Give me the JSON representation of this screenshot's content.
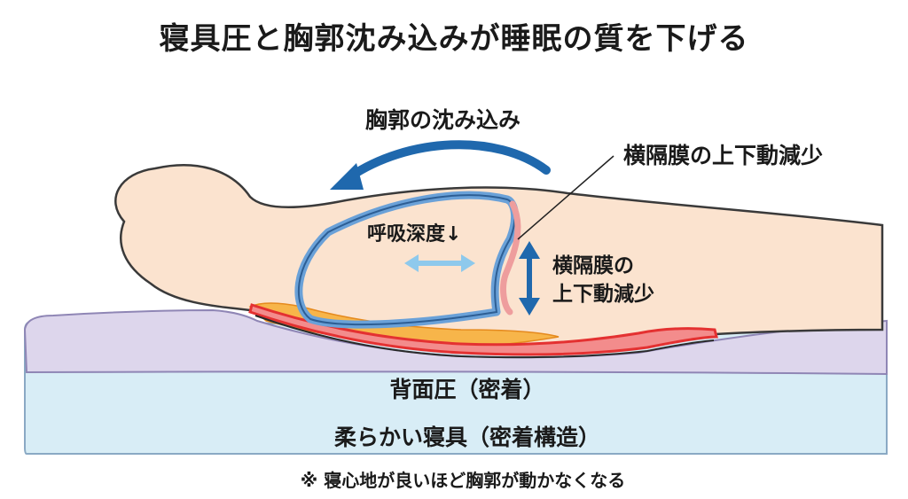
{
  "title": "寝具圧と胸郭沈み込みが睡眠の質を下げる",
  "labels": {
    "ribcage_sinking": "胸郭の沈み込み",
    "diaphragm_reduced_top": "横隔膜の上下動減少",
    "breathing_depth": "呼吸深度↓",
    "diaphragm_reduced_side_line1": "横隔膜の",
    "diaphragm_reduced_side_line2": "上下動減少",
    "back_pressure": "背面圧（密着）",
    "soft_bedding": "柔らかい寝具（密着構造）",
    "footnote": "※ 寝心地が良いほど胸郭が動かなくなる"
  },
  "colors": {
    "skin": "#fbe3cf",
    "outline": "#333333",
    "mattress_top": "#ddd6ec",
    "mattress_bottom": "#d8edf6",
    "ribcage": "#6aa1d8",
    "arrow_blue": "#1f68ad",
    "arrow_light_blue": "#8ec9ec",
    "pressure_red": "#e43131",
    "pressure_orange": "#f7b54a",
    "diaphragm_pink": "#ee9d9d"
  }
}
